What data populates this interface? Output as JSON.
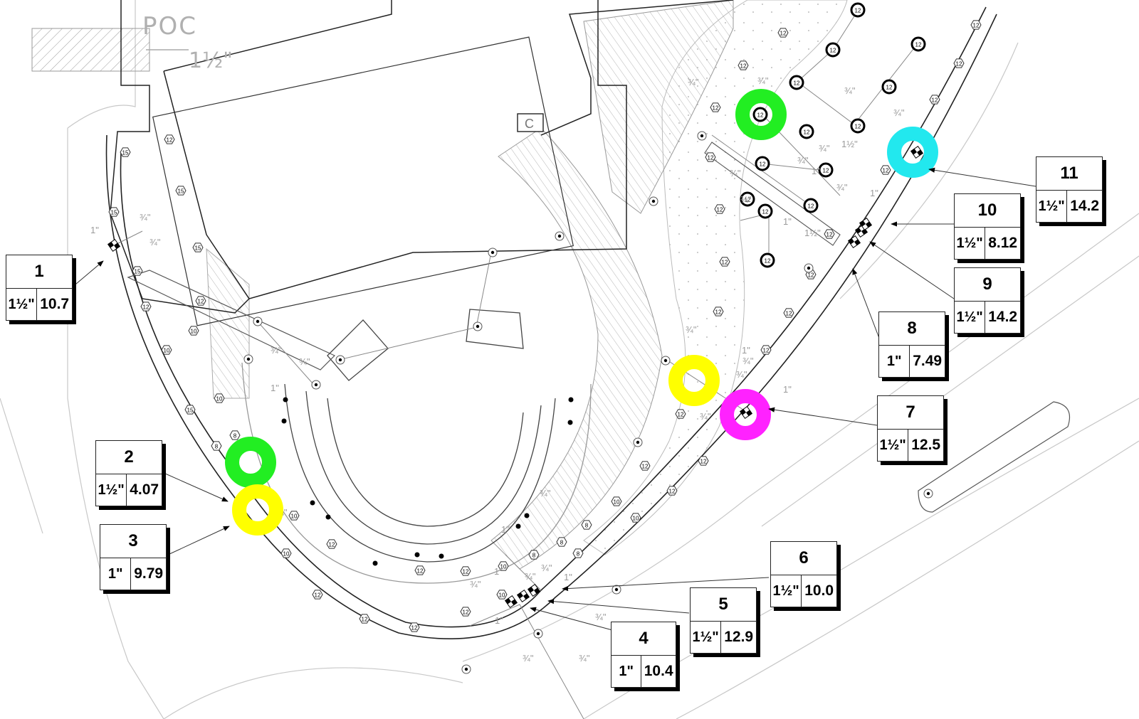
{
  "plan": {
    "poc_label": "POC",
    "poc_pipe_size": "1½\"",
    "zone_marker": "C",
    "pipe_labels": [
      "¾\"",
      "1\"",
      "1½\""
    ],
    "head_codes": [
      "8",
      "10",
      "12",
      "15"
    ]
  },
  "callouts": [
    {
      "num": "1",
      "size": "1½\"",
      "flow": "10.7"
    },
    {
      "num": "2",
      "size": "1½\"",
      "flow": "4.07"
    },
    {
      "num": "3",
      "size": "1\"",
      "flow": "9.79"
    },
    {
      "num": "4",
      "size": "1\"",
      "flow": "10.4"
    },
    {
      "num": "5",
      "size": "1½\"",
      "flow": "12.9"
    },
    {
      "num": "6",
      "size": "1½\"",
      "flow": "10.0"
    },
    {
      "num": "7",
      "size": "1½\"",
      "flow": "12.5"
    },
    {
      "num": "8",
      "size": "1\"",
      "flow": "7.49"
    },
    {
      "num": "9",
      "size": "1½\"",
      "flow": "14.2"
    },
    {
      "num": "10",
      "size": "1½\"",
      "flow": "8.12"
    },
    {
      "num": "11",
      "size": "1½\"",
      "flow": "14.2"
    }
  ],
  "highlights": [
    {
      "color": "#22ee22"
    },
    {
      "color": "#ffff00"
    },
    {
      "color": "#22ee22"
    },
    {
      "color": "#ffff00"
    },
    {
      "color": "#ff22ff"
    },
    {
      "color": "#22e8ee"
    }
  ]
}
